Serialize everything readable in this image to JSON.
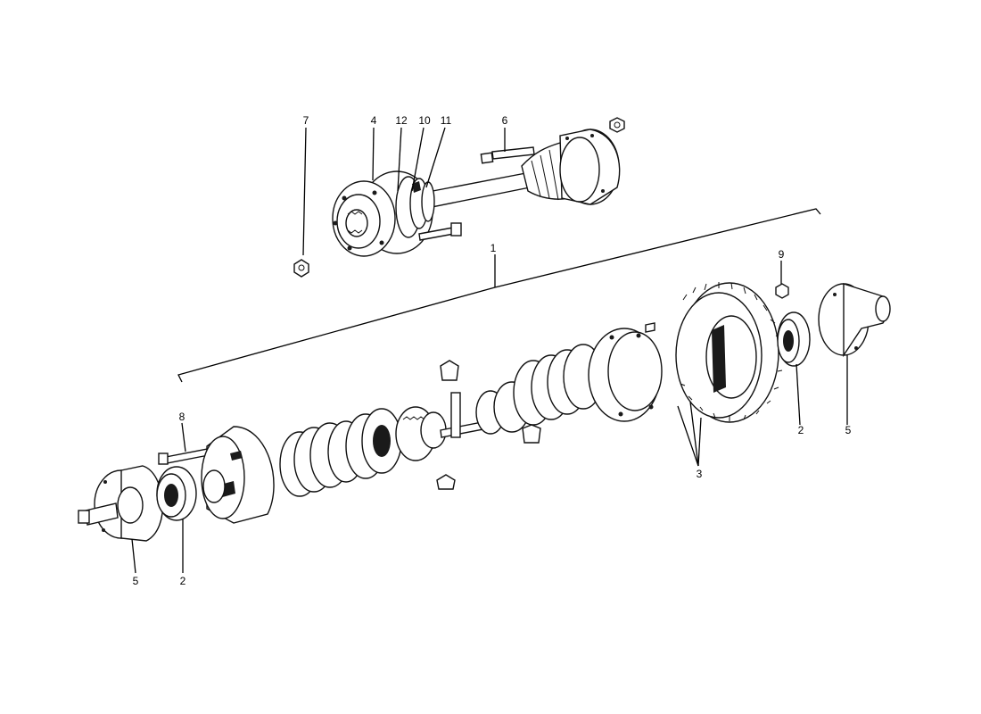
{
  "diagram": {
    "callouts": {
      "c1": "1",
      "c2a": "2",
      "c2b": "2",
      "c3": "3",
      "c4": "4",
      "c5a": "5",
      "c5b": "5",
      "c6": "6",
      "c7": "7",
      "c8": "8",
      "c9": "9",
      "c10": "10",
      "c11": "11",
      "c12": "12"
    }
  }
}
